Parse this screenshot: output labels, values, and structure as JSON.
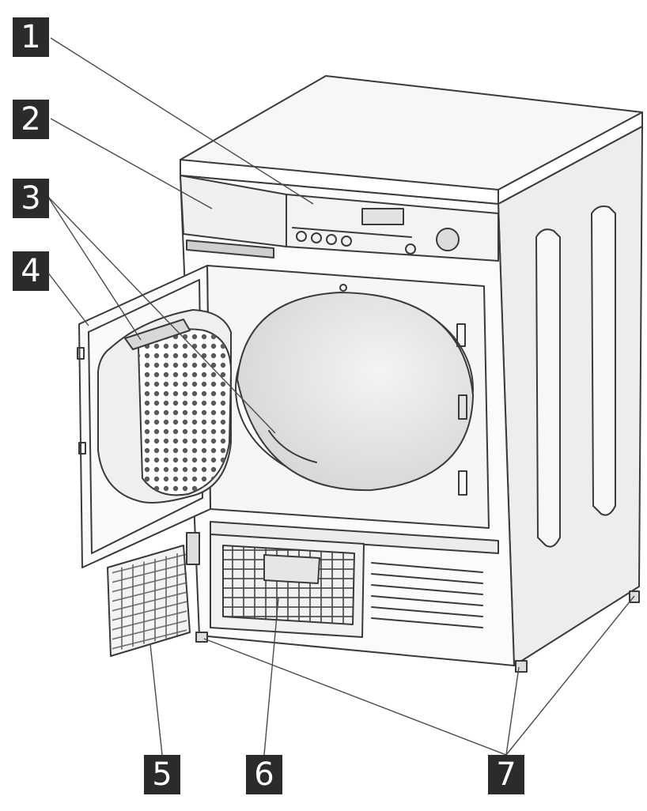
{
  "callouts": [
    {
      "number": "1"
    },
    {
      "number": "2"
    },
    {
      "number": "3"
    },
    {
      "number": "4"
    },
    {
      "number": "5"
    },
    {
      "number": "6"
    },
    {
      "number": "7"
    }
  ],
  "colors": {
    "badge_fill": "#2b2b2b",
    "badge_text": "#ffffff",
    "line": "#3a3a3a",
    "shade": "#e6e6e6"
  },
  "icons": [
    "tumble-dryer-illustration",
    "door-icon",
    "filter-icon",
    "drum-icon",
    "water-container-icon",
    "feet-icon"
  ]
}
